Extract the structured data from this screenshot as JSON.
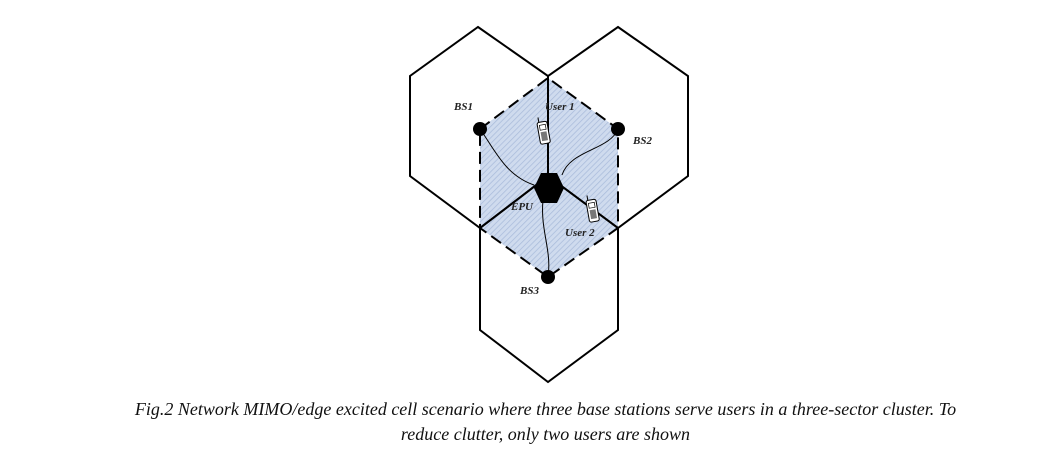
{
  "labels": {
    "bs1": "BS1",
    "bs2": "BS2",
    "bs3": "BS3",
    "epu": "EPU",
    "user1": "User 1",
    "user2": "User 2"
  },
  "colors": {
    "shade": "#c5d3ea",
    "line": "#000000"
  },
  "caption": {
    "line1": "Fig.2 Network MIMO/edge excited cell scenario where three base stations serve users in a three-sector cluster. To",
    "line2": "reduce clutter, only two users are shown"
  }
}
